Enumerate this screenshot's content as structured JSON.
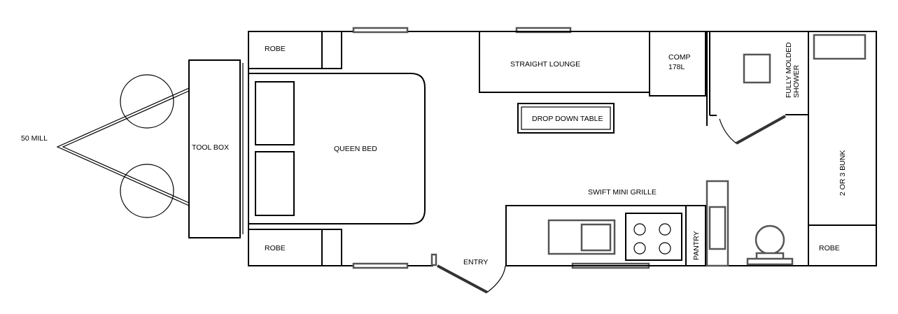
{
  "labels": {
    "drawbar": "50 MILL",
    "tool_box": "TOOL BOX",
    "robe_front_top": "ROBE",
    "robe_front_bottom": "ROBE",
    "queen_bed": "QUEEN BED",
    "straight_lounge": "STRAIGHT LOUNGE",
    "drop_down_table": "DROP DOWN TABLE",
    "comp_line1": "COMP",
    "comp_line2": "178L",
    "shower_line1": "FULLY MOLDED",
    "shower_line2": "SHOWER",
    "bunk": "2 OR 3 BUNK",
    "robe_rear": "ROBE",
    "grille": "SWIFT MINI GRILLE",
    "pantry": "PANTRY",
    "entry": "ENTRY"
  }
}
